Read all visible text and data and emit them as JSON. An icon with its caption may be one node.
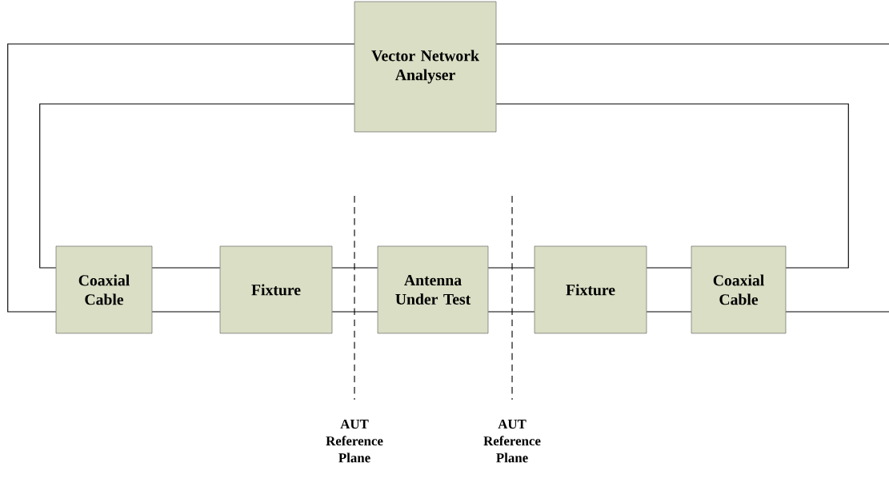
{
  "diagram": {
    "nodes": [
      {
        "text": [
          "Vector Network Analyser"
        ]
      },
      {
        "text": [
          "Coaxial Cable"
        ]
      },
      {
        "text": [
          "Fixture"
        ]
      },
      {
        "text": [
          "Antenna Under Test"
        ]
      },
      {
        "text": [
          "Fixture"
        ]
      },
      {
        "text": [
          "Coaxial Cable"
        ]
      }
    ],
    "edges": [
      {
        "from": 0,
        "to": 1,
        "arrow": "none"
      },
      {
        "from": 0,
        "to": 1,
        "arrow": "none"
      },
      {
        "from": 1,
        "to": 2,
        "arrow": "none"
      },
      {
        "from": 1,
        "to": 2,
        "arrow": "none"
      },
      {
        "from": 2,
        "to": 3,
        "arrow": "none"
      },
      {
        "from": 2,
        "to": 3,
        "arrow": "none"
      },
      {
        "from": 3,
        "to": 4,
        "arrow": "none"
      },
      {
        "from": 3,
        "to": 4,
        "arrow": "none"
      },
      {
        "from": 4,
        "to": 5,
        "arrow": "none"
      },
      {
        "from": 4,
        "to": 5,
        "arrow": "none"
      },
      {
        "from": 0,
        "to": 5,
        "arrow": "none"
      },
      {
        "from": 0,
        "to": 5,
        "arrow": "none"
      }
    ],
    "labels": [
      "AUT Reference Plane",
      "AUT Reference Plane"
    ]
  }
}
